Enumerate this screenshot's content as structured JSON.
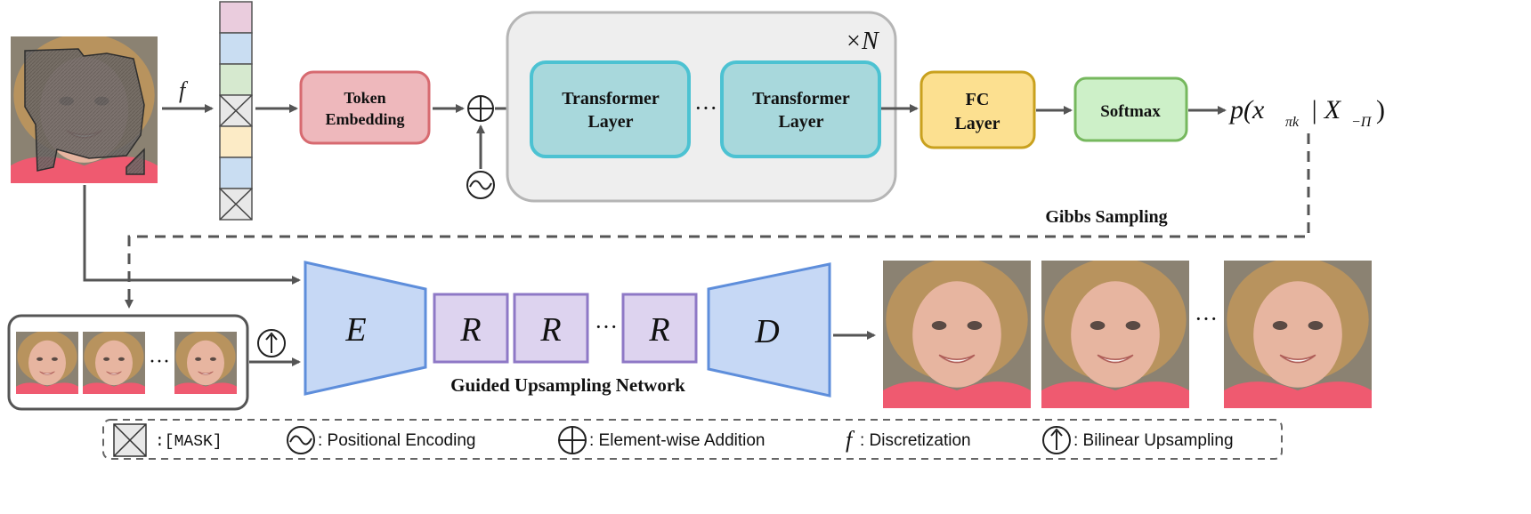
{
  "top": {
    "f_label": "f",
    "token_embedding": [
      "Token",
      "Embedding"
    ],
    "transformer_1": [
      "Transformer",
      "Layer"
    ],
    "transformer_2": [
      "Transformer",
      "Layer"
    ],
    "ellipsis": "···",
    "repeat": "×N",
    "fc_layer": [
      "FC",
      "Layer"
    ],
    "softmax": "Softmax",
    "output_prob": "p(x",
    "output_sub": "πk",
    "output_cond": "| X",
    "output_cond_sub": "−Π",
    "output_close": ")",
    "gibbs_sampling": "Gibbs Sampling"
  },
  "bottom": {
    "encoder": "E",
    "res_blocks": [
      "R",
      "R",
      "R"
    ],
    "decoder": "D",
    "network_label": "Guided Upsampling Network",
    "ellipsis": "···"
  },
  "legend": {
    "mask": ":[MASK]",
    "positional": ": Positional Encoding",
    "addition": ": Element-wise Addition",
    "discretization_symbol": "f",
    "discretization": ": Discretization",
    "upsampling": ": Bilinear Upsampling"
  },
  "colors": {
    "token_embedding_fill": "#EEB8BC",
    "token_embedding_stroke": "#D76A70",
    "transformer_fill": "#A8D8DC",
    "transformer_stroke": "#4CC2D2",
    "fc_fill": "#FCE090",
    "fc_stroke": "#C9A11E",
    "softmax_fill": "#CDF0C8",
    "softmax_stroke": "#76B85E",
    "unet_fill": "#C6D8F5",
    "unet_stroke": "#5E8EDB",
    "res_fill": "#DDD3EF",
    "res_stroke": "#8E78C6"
  },
  "tokens": [
    "#EACCDD",
    "#C9DDF2",
    "#D6E9CF",
    "mask",
    "#FCEBC6",
    "#C9DDF2",
    "mask"
  ]
}
